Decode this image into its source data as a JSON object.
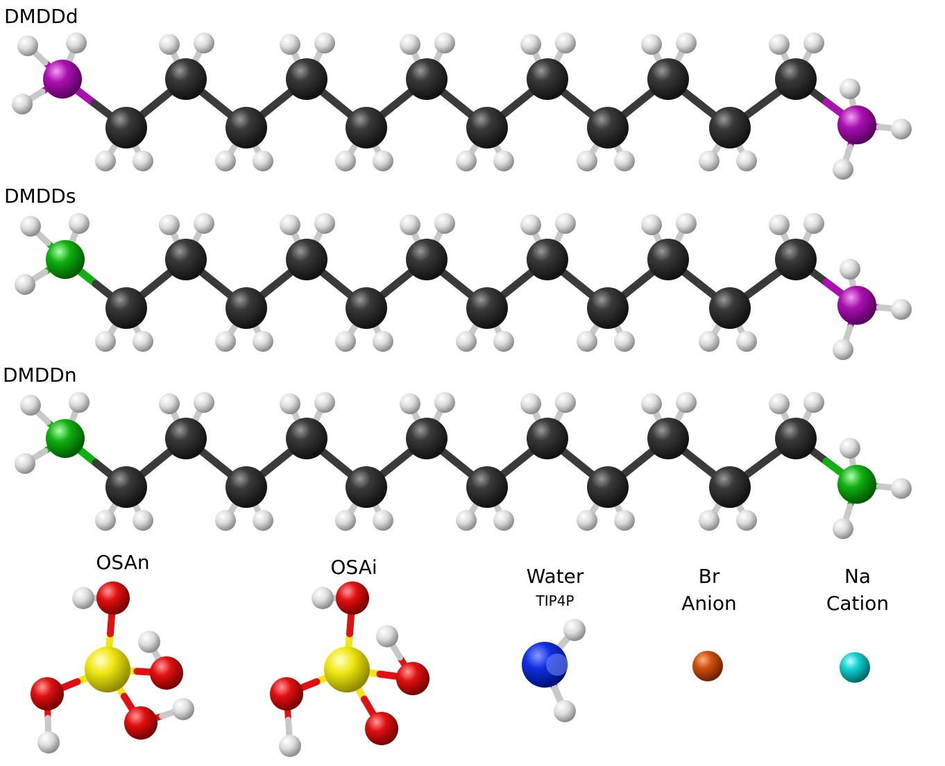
{
  "molecules": [
    {
      "label": "DMDDd",
      "head": "purple",
      "tail": "purple"
    },
    {
      "label": "DMDDs",
      "head": "green",
      "tail": "purple"
    },
    {
      "label": "DMDDn",
      "head": "green",
      "tail": "green"
    }
  ],
  "bottom": {
    "osan": {
      "label": "OSAn"
    },
    "osai": {
      "label": "OSAi"
    },
    "water": {
      "label": "Water",
      "sublabel": "TIP4P"
    },
    "br": {
      "label_line1": "Br",
      "label_line2": "Anion"
    },
    "na": {
      "label_line1": "Na",
      "label_line2": "Cation"
    }
  },
  "colors": {
    "carbon": "#333333",
    "hydrogen": "#e8e8e8",
    "purple": "#aa10b0",
    "green": "#10b010",
    "oxygen": "#e01010",
    "sulfur": "#f0e810",
    "water_o": "#1030e0",
    "br": "#d05010",
    "na": "#10d0d0",
    "bond": "#3a3a3a"
  }
}
